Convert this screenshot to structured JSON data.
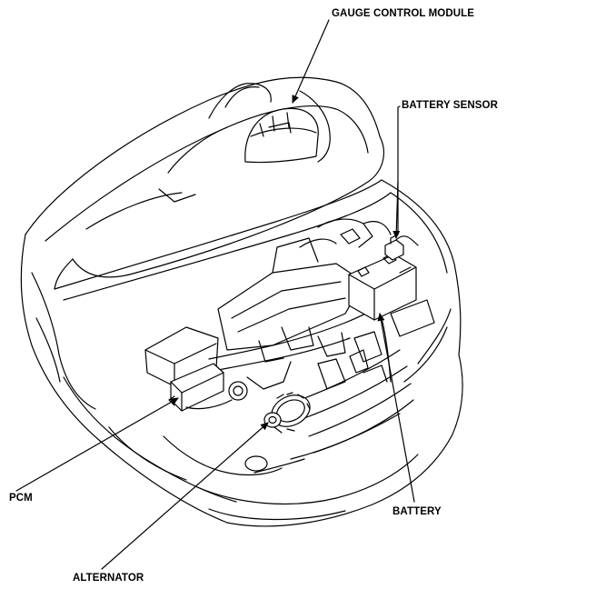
{
  "labels": {
    "gauge_control_module": "GAUGE CONTROL MODULE",
    "battery_sensor": "BATTERY SENSOR",
    "pcm": "PCM",
    "battery": "BATTERY",
    "alternator": "ALTERNATOR"
  }
}
